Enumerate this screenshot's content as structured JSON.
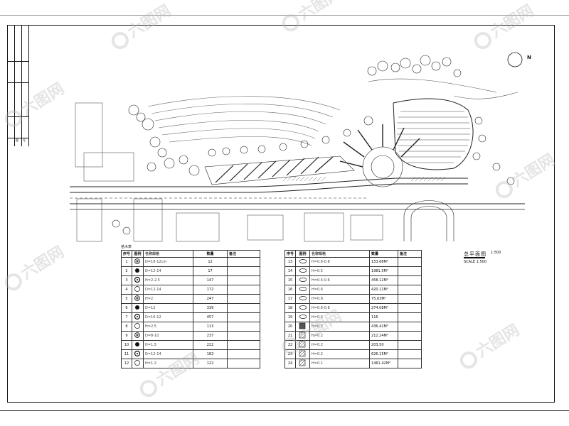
{
  "watermark": {
    "text": "六图网"
  },
  "titleblock": {
    "marks": [
      "图",
      "号"
    ]
  },
  "north": {
    "label": "N"
  },
  "scale": {
    "title": "总平面图",
    "ratio": "1:500",
    "note": "SCALE 1:500"
  },
  "legend_left": {
    "caption": "苗木表",
    "headers": [
      "序号",
      "图例",
      "名称规格",
      "数量",
      "备注"
    ],
    "rows": [
      [
        "1",
        "tree-a-icon",
        "D=10-12cm",
        "12",
        ""
      ],
      [
        "2",
        "tree-b-icon",
        "D=12-14",
        "17",
        ""
      ],
      [
        "3",
        "tree-c-icon",
        "H=2-2.5",
        "147",
        ""
      ],
      [
        "4",
        "tree-d-icon",
        "D=12-14",
        "172",
        ""
      ],
      [
        "5",
        "tree-e-icon",
        "H=2",
        "247",
        ""
      ],
      [
        "6",
        "tree-f-icon",
        "D=12",
        "339",
        ""
      ],
      [
        "7",
        "tree-g-icon",
        "D=10-12",
        "457",
        ""
      ],
      [
        "8",
        "tree-h-icon",
        "H=2.5",
        "113",
        ""
      ],
      [
        "9",
        "tree-i-icon",
        "D=8-10",
        "237",
        ""
      ],
      [
        "10",
        "tree-j-icon",
        "H=1.5",
        "222",
        ""
      ],
      [
        "11",
        "tree-k-icon",
        "D=12-14",
        "182",
        ""
      ],
      [
        "12",
        "tree-l-icon",
        "H=1.2",
        "122",
        ""
      ]
    ]
  },
  "legend_right": {
    "headers": [
      "序号",
      "图例",
      "名称规格",
      "数量",
      "备注"
    ],
    "rows": [
      [
        "13",
        "shrub-a-icon",
        "H=0.6-0.8",
        "153.68M²",
        ""
      ],
      [
        "14",
        "shrub-b-icon",
        "H=0.5",
        "1981.5M²",
        ""
      ],
      [
        "15",
        "shrub-c-icon",
        "H=0.4-0.6",
        "458.12M²",
        ""
      ],
      [
        "16",
        "shrub-d-icon",
        "H=0.6",
        "420.12M²",
        ""
      ],
      [
        "17",
        "shrub-e-icon",
        "H=0.8",
        "75.63M²",
        ""
      ],
      [
        "18",
        "shrub-f-icon",
        "H=0.6-0.8",
        "274.08M²",
        ""
      ],
      [
        "19",
        "shrub-g-icon",
        "H=0.3",
        "116",
        ""
      ],
      [
        "20",
        "ground-a-icon",
        "H=0.3",
        "436.42M²",
        ""
      ],
      [
        "21",
        "ground-b-icon",
        "H=0.2",
        "212.24M²",
        ""
      ],
      [
        "22",
        "ground-c-icon",
        "H=0.2",
        "203.50",
        ""
      ],
      [
        "23",
        "ground-d-icon",
        "H=0.2",
        "626.15M²",
        ""
      ],
      [
        "24",
        "ground-e-icon",
        "H=0.1",
        "1461.42M²",
        ""
      ]
    ]
  }
}
